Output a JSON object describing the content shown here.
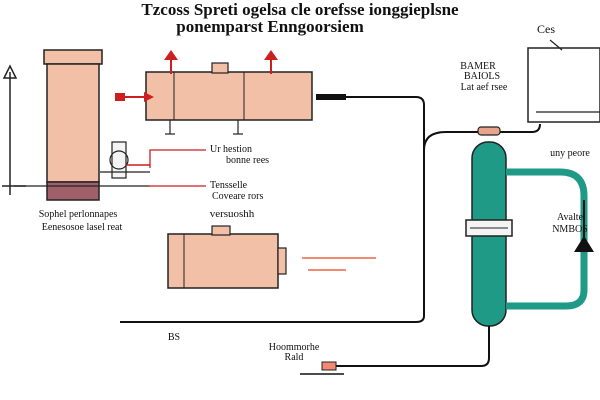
{
  "title": {
    "line1": "Tzcoss Spreti ogelsa cle orefsse ionggieplsne",
    "line2": "ponemparst Enngoorsiem"
  },
  "labels": {
    "tr_corner": "Ces",
    "tr_block": [
      "BAMER",
      "BAIOLS",
      "Lat aef rsee"
    ],
    "tl_foot": [
      "Sophel perlonnapes",
      "Eenesosoe lasel reat"
    ],
    "callout1": [
      "Ur hestion",
      "bonne rees"
    ],
    "callout2": [
      "Tensselle",
      "Coveare rors"
    ],
    "callout3": "versuoshh",
    "right_mid": "uny peore",
    "right_arrow": [
      "Avalte",
      "NMBOS"
    ],
    "bs": "BS",
    "bottom": [
      "Hoommorhe",
      "Rald"
    ]
  },
  "colors": {
    "tank_fill": "#f2c0a6",
    "tank_band": "#a0606a",
    "stroke": "#222222",
    "red": "#cc1f1f",
    "teal": "#1e9a86",
    "pipe": "#111111",
    "salmon": "#f08a70"
  }
}
